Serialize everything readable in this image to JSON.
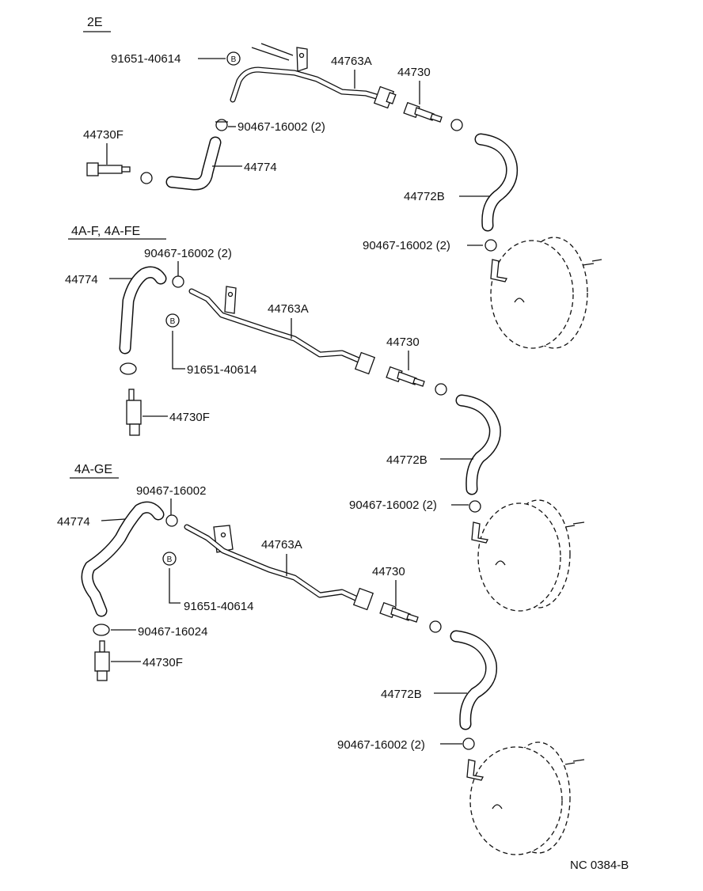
{
  "sections": {
    "s1": {
      "title": "2E"
    },
    "s2": {
      "title": "4A-F, 4A-FE"
    },
    "s3": {
      "title": "4A-GE"
    }
  },
  "bolt_symbol": "B",
  "labels": {
    "s1": {
      "bolt": "91651-40614",
      "pipe": "44763A",
      "valve": "44730",
      "clamp": "90467-16002 (2)",
      "check_valve": "44730F",
      "hose_short": "44774",
      "hose_long": "44772B",
      "clamp_booster": "90467-16002 (2)"
    },
    "s2": {
      "clamp": "90467-16002 (2)",
      "hose_short": "44774",
      "pipe": "44763A",
      "valve": "44730",
      "bolt": "91651-40614",
      "check_valve": "44730F",
      "hose_long": "44772B",
      "clamp_booster": "90467-16002 (2)"
    },
    "s3": {
      "clamp": "90467-16002",
      "hose_short": "44774",
      "pipe": "44763A",
      "valve": "44730",
      "bolt": "91651-40614",
      "clamp_lower": "90467-16024",
      "check_valve": "44730F",
      "hose_long": "44772B",
      "clamp_booster": "90467-16002 (2)"
    }
  },
  "figure_ref": "NC 0384-B"
}
